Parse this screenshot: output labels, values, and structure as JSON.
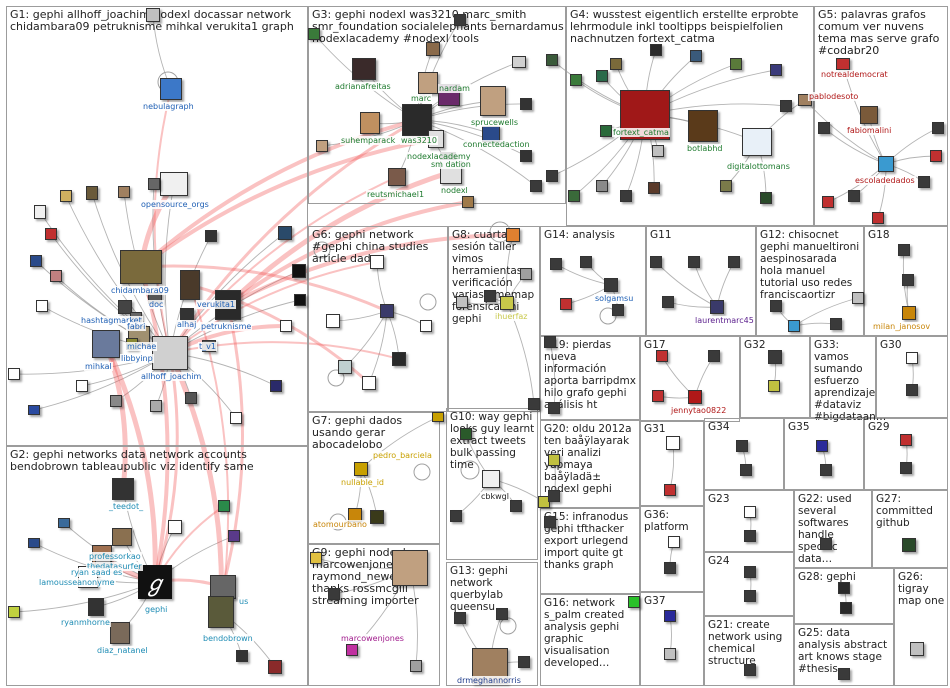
{
  "groups": [
    {
      "id": "G1",
      "title": "G1: gephi allhoff_joachim nodexl docassar network chidambara09 petruknisme mihkal verukita1 graph"
    },
    {
      "id": "G2",
      "title": "G2: gephi networks data network accounts bendobrown tableaupublic viz identify same"
    },
    {
      "id": "G3",
      "title": "G3: gephi nodexl was3210 marc_smith smr_foundation socialelephants bernardamus nodexlacademy #nodexl tools"
    },
    {
      "id": "G4",
      "title": "G4: wusstest eigentlich erstellte erprobte lehrmodule inkl tooltipps beispielfolien nachnutzen fortext_catma"
    },
    {
      "id": "G5",
      "title": "G5: palavras grafos comum ver nuvens tema mas serve grafo #codabr20"
    },
    {
      "id": "G6",
      "title": "G6: gephi network #gephi china studies article dados"
    },
    {
      "id": "G7",
      "title": "G7: gephi dados usando gerar abocadelobo"
    },
    {
      "id": "G8",
      "title": "G8: cuarta sesión taller vimos herramientas verificación varias timemap forensicarchi gephi"
    },
    {
      "id": "G9",
      "title": "G9: gephi nodexl marcowenjones raymond_newell_ thanks rossmcgill streaming importer"
    },
    {
      "id": "G10",
      "title": "G10: way gephi looks guy learnt extract tweets bulk passing time"
    },
    {
      "id": "G11",
      "title": "G11"
    },
    {
      "id": "G12",
      "title": "G12: chisocnet gephi manueltironi aespinosarada hola manuel tutorial uso redes franciscaortizr"
    },
    {
      "id": "G13",
      "title": "G13: gephi network querbylab queensu"
    },
    {
      "id": "G14",
      "title": "G14: analysis"
    },
    {
      "id": "G15",
      "title": "G15: infranodus gephi tfthacker export urlegend import quite gt thanks graph"
    },
    {
      "id": "G16",
      "title": "G16: network s_palm created analysis gephi graphic visualisation developed…"
    },
    {
      "id": "G17",
      "title": "G17"
    },
    {
      "id": "G18",
      "title": "G18"
    },
    {
      "id": "G19",
      "title": "G19: pierdas nueva información aporta barripdmx hilo grafo gephi análisis ht"
    },
    {
      "id": "G20",
      "title": "G20: oldu 2012a ten baåÿlayarak veri analizi yapmaya baåÿladä± nodexl gephi"
    },
    {
      "id": "G21",
      "title": "G21: create network using chemical structure"
    },
    {
      "id": "G22",
      "title": "G22: used several softwares handle specific data…"
    },
    {
      "id": "G23",
      "title": "G23"
    },
    {
      "id": "G24",
      "title": "G24"
    },
    {
      "id": "G25",
      "title": "G25: data analysis abstract art knows stage #thesis…"
    },
    {
      "id": "G26",
      "title": "G26: tigray map one"
    },
    {
      "id": "G27",
      "title": "G27: committed github"
    },
    {
      "id": "G28",
      "title": "G28: gephi"
    },
    {
      "id": "G29",
      "title": "G29"
    },
    {
      "id": "G30",
      "title": "G30"
    },
    {
      "id": "G31",
      "title": "G31"
    },
    {
      "id": "G32",
      "title": "G32"
    },
    {
      "id": "G33",
      "title": "G33: vamos sumando esfuerzo aprendizaje #dataviz #bigdataan…"
    },
    {
      "id": "G34",
      "title": "G34"
    },
    {
      "id": "G35",
      "title": "G35"
    },
    {
      "id": "G36",
      "title": "G36: platform"
    },
    {
      "id": "G37",
      "title": "G37"
    }
  ],
  "vertex_labels": [
    {
      "id": "nebulagraph",
      "text": "nebulagraph",
      "color": "#1e5fb4"
    },
    {
      "id": "opensource_orgs",
      "text": "opensource_orgs",
      "color": "#1e5fb4"
    },
    {
      "id": "chidambara09",
      "text": "chidambara09",
      "color": "#1e5fb4"
    },
    {
      "id": "hashtagmarket",
      "text": "hashtagmarket",
      "color": "#1e5fb4"
    },
    {
      "id": "doc",
      "text": "doc",
      "color": "#1e5fb4"
    },
    {
      "id": "verukita1",
      "text": "verukita1",
      "color": "#1e5fb4"
    },
    {
      "id": "fabri",
      "text": "fabri",
      "color": "#1e5fb4"
    },
    {
      "id": "alhaj",
      "text": "alhaj",
      "color": "#1e5fb4"
    },
    {
      "id": "petruknisme",
      "text": "petruknisme",
      "color": "#1e5fb4"
    },
    {
      "id": "michae",
      "text": "michae",
      "color": "#1e5fb4"
    },
    {
      "id": "libbyinp",
      "text": "libbyinp",
      "color": "#1e5fb4"
    },
    {
      "id": "t_v1",
      "text": "t_v1",
      "color": "#1e5fb4"
    },
    {
      "id": "mihkal",
      "text": "mihkal",
      "color": "#1e5fb4"
    },
    {
      "id": "allhoff_joachim",
      "text": "allhoff_joachim",
      "color": "#1e5fb4"
    },
    {
      "id": "adrianafreitas",
      "text": "adrianafreitas",
      "color": "#1e7a2e"
    },
    {
      "id": "marc",
      "text": "marc",
      "color": "#1e7a2e"
    },
    {
      "id": "nardam",
      "text": "nardam",
      "color": "#1e7a2e"
    },
    {
      "id": "sprucewells",
      "text": "sprucewells",
      "color": "#1e7a2e"
    },
    {
      "id": "suhemparack",
      "text": "suhemparack",
      "color": "#1e7a2e"
    },
    {
      "id": "was3210",
      "text": "was3210",
      "color": "#1e7a2e"
    },
    {
      "id": "connectedaction",
      "text": "connectedaction",
      "color": "#1e7a2e"
    },
    {
      "id": "nodexlacademy",
      "text": "nodexlacademy",
      "color": "#1e7a2e"
    },
    {
      "id": "sm_dation",
      "text": "sm dation",
      "color": "#1e7a2e"
    },
    {
      "id": "reutsmichael1",
      "text": "reutsmichael1",
      "color": "#1e7a2e"
    },
    {
      "id": "nodexl",
      "text": "nodexl",
      "color": "#1e7a2e"
    },
    {
      "id": "fortext_catma",
      "text": "fortext_catma",
      "color": "#1e7a2e"
    },
    {
      "id": "botlabhd",
      "text": "botlabhd",
      "color": "#1e7a2e"
    },
    {
      "id": "digitalottomans",
      "text": "digitalottomans",
      "color": "#1e7a2e"
    },
    {
      "id": "notrealdemocrat",
      "text": "notrealdemocrat",
      "color": "#b01818"
    },
    {
      "id": "pablodesoto",
      "text": "pablodesoto",
      "color": "#b01818"
    },
    {
      "id": "fabiomalini",
      "text": "fabiomalini",
      "color": "#b01818"
    },
    {
      "id": "escoladedados",
      "text": "escoladedados",
      "color": "#b01818"
    },
    {
      "id": "solgamsu",
      "text": "solgamsu",
      "color": "#1e5fb4"
    },
    {
      "id": "laurentmarc45",
      "text": "laurentmarc45",
      "color": "#5a1e8c"
    },
    {
      "id": "milan_janosov",
      "text": "milan_janosov",
      "color": "#c8860a"
    },
    {
      "id": "jennytao0822",
      "text": "jennytao0822",
      "color": "#b01818"
    },
    {
      "id": "ihuerfaz",
      "text": "ihuerfaz",
      "color": "#c8c84a"
    },
    {
      "id": "pedro_barciela",
      "text": "pedro_barciela",
      "color": "#c8a000"
    },
    {
      "id": "nullable_id",
      "text": "nullable_id",
      "color": "#c8a000"
    },
    {
      "id": "atomourbano",
      "text": "atomourbano",
      "color": "#c8860a"
    },
    {
      "id": "cbkwgl",
      "text": "cbkwgl",
      "color": "#222222"
    },
    {
      "id": "marcowenjones",
      "text": "marcowenjones",
      "color": "#a01a8c"
    },
    {
      "id": "drmeghannorris",
      "text": "drmeghannorris",
      "color": "#1e3c8c"
    },
    {
      "id": "teedot",
      "text": "_teedot_",
      "color": "#1e8cb4"
    },
    {
      "id": "professorkao",
      "text": "professorkao",
      "color": "#1e8cb4"
    },
    {
      "id": "thedatasurfer",
      "text": "thedatasurfer",
      "color": "#1e8cb4"
    },
    {
      "id": "ryan_saad",
      "text": "ryan  saad  es",
      "color": "#1e8cb4"
    },
    {
      "id": "lamousseanonyme",
      "text": "lamousseanonyme",
      "color": "#1e8cb4"
    },
    {
      "id": "ryanmhorne",
      "text": "ryanmhorne",
      "color": "#1e8cb4"
    },
    {
      "id": "gephi",
      "text": "gephi",
      "color": "#1e8cb4"
    },
    {
      "id": "us",
      "text": "us",
      "color": "#1e8cb4"
    },
    {
      "id": "bendobrown",
      "text": "bendobrown",
      "color": "#1e8cb4"
    },
    {
      "id": "diaz_natanel",
      "text": "diaz_natanel",
      "color": "#1e8cb4"
    }
  ]
}
